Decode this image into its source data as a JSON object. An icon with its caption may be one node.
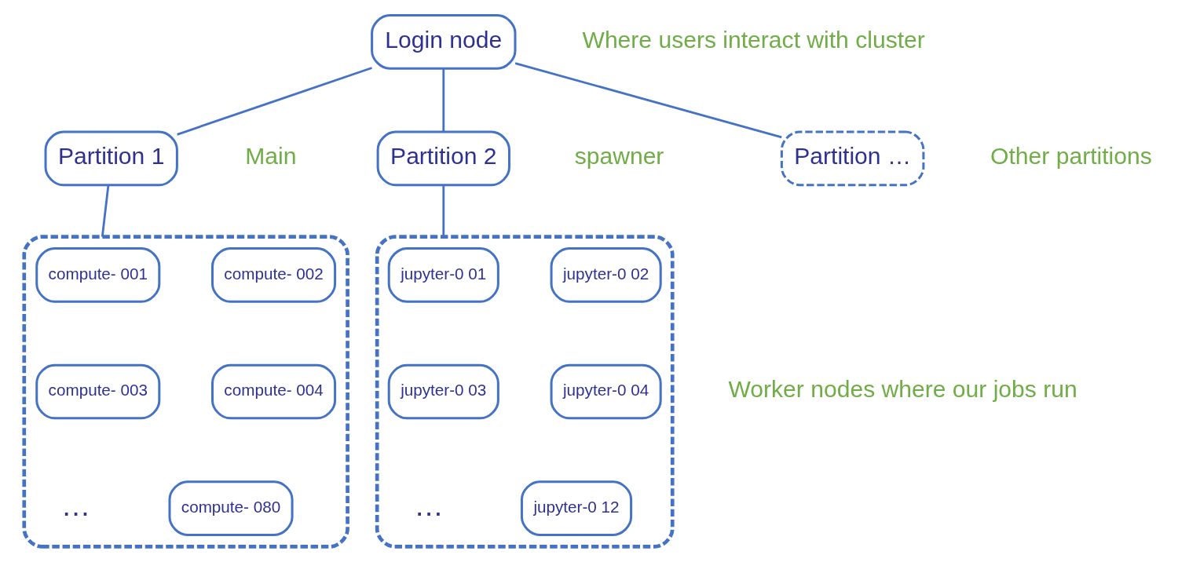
{
  "diagram": {
    "nodes": [
      {
        "text": [
          "Login node"
        ],
        "beside": [
          "Where users interact with cluster"
        ]
      },
      {
        "text": [
          "Partition 1"
        ],
        "beside": [
          "Main"
        ]
      },
      {
        "text": [
          "Partition 2"
        ],
        "beside": [
          "spawner"
        ]
      },
      {
        "text": [
          "Partition …"
        ],
        "beside": [
          "Other partitions"
        ]
      },
      {
        "text": [],
        "shape": "box"
      },
      {
        "text": [
          "compute- 001"
        ],
        "in": 4
      },
      {
        "text": [
          "compute- 002"
        ],
        "in": 4
      },
      {
        "text": [
          "compute- 003"
        ],
        "in": 4
      },
      {
        "text": [
          "compute- 004"
        ],
        "in": 4
      },
      {
        "text": [
          "compute- 080"
        ],
        "in": 4
      },
      {
        "text": [],
        "shape": "box"
      },
      {
        "text": [
          "jupyter-0 01"
        ],
        "in": 10
      },
      {
        "text": [
          "jupyter-0 02"
        ],
        "in": 10
      },
      {
        "text": [
          "jupyter-0 03"
        ],
        "in": 10
      },
      {
        "text": [
          "jupyter-0 04"
        ],
        "in": 10
      },
      {
        "text": [
          "jupyter-0 12"
        ],
        "in": 10
      }
    ],
    "edges": [
      {
        "from": 0,
        "to": 1,
        "arrow": "none"
      },
      {
        "from": 0,
        "to": 2,
        "arrow": "none"
      },
      {
        "from": 0,
        "to": 3,
        "arrow": "none"
      },
      {
        "from": 1,
        "to": 4,
        "arrow": "none"
      },
      {
        "from": 2,
        "to": 10,
        "arrow": "none"
      }
    ],
    "labels": [
      "…",
      "…",
      "Worker nodes where our jobs run"
    ]
  }
}
